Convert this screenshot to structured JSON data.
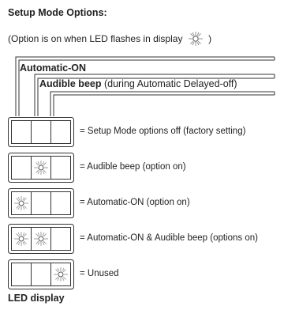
{
  "title": "Setup Mode Options:",
  "subtitle": {
    "before": "(Option is on when LED flashes in display",
    "after": ")",
    "icon": "flashing-led-icon"
  },
  "labels": {
    "automatic_on": "Automatic-ON",
    "audible_beep_bold": "Audible beep",
    "audible_beep_rest": " (during Automatic Delayed-off)"
  },
  "rows": [
    {
      "leds": [
        false,
        false,
        false
      ],
      "text": "= Setup Mode options off (factory setting)"
    },
    {
      "leds": [
        false,
        true,
        false
      ],
      "text": "= Audible beep (option on)"
    },
    {
      "leds": [
        true,
        false,
        false
      ],
      "text": "= Automatic-ON (option on)"
    },
    {
      "leds": [
        true,
        true,
        false
      ],
      "text": "= Automatic-ON & Audible beep (options on)"
    },
    {
      "leds": [
        false,
        false,
        true
      ],
      "text": "= Unused"
    }
  ],
  "footer": "LED display"
}
